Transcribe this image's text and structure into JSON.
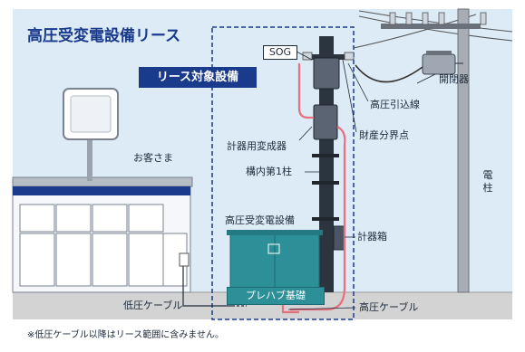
{
  "title": "高圧受変電設備リース",
  "lease_badge": "リース対象設備",
  "labels": {
    "sog": "SOG",
    "kaiheiki": "開閉器",
    "hikikomi": "高圧引込線",
    "zaisan": "財産分界点",
    "keiki_henseiki": "計器用変成器",
    "okyakusama": "お客さま",
    "kounai_dai1": "構内第1柱",
    "juhen_setsubi": "高圧受変電設備",
    "keikibako": "計器箱",
    "prehab": "プレハブ基礎",
    "teiatsu_cable": "低圧ケーブル",
    "kouatsu_cable": "高圧ケーブル"
  },
  "utility_pole_chars": [
    "電",
    "柱"
  ],
  "footnote": "※低圧ケーブル以降はリース範囲に含みません。",
  "colors": {
    "sky": "#dcebf6",
    "ground": "#d3d3d3",
    "navy": "#1a3a8c",
    "cable_pink": "#e8707f",
    "equipment_teal": "#2d8f97",
    "pole_dark": "#2c3440"
  },
  "icons": [
    "shop-building-icon",
    "signboard-icon",
    "utility-pole-icon",
    "cubicle-icon",
    "insulator-icon"
  ]
}
